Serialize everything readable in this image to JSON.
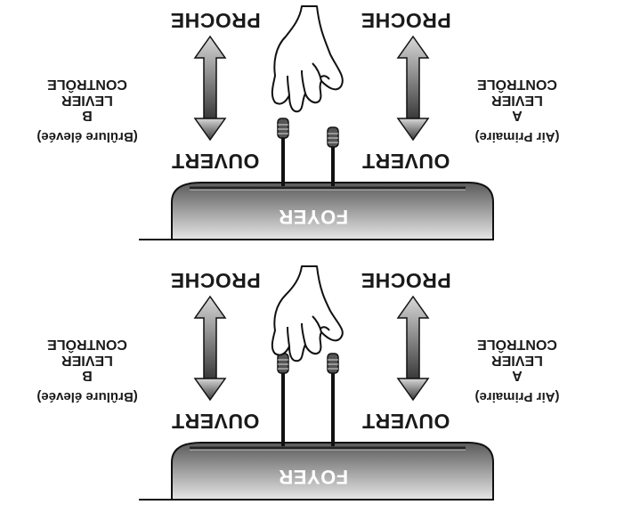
{
  "panels": [
    {
      "firebox": "FOYER",
      "open_a": "OUVERT",
      "open_b": "OUVERT",
      "close_a": "PROCHE",
      "close_b": "PROCHE",
      "lever_a": [
        "CONTRÔLE",
        "LEVIER",
        "A",
        "(Air Primaire)"
      ],
      "lever_b": [
        "CONTRÔLE",
        "LEVIER",
        "B",
        "(Brûlure élevée)"
      ]
    },
    {
      "firebox": "FOYER",
      "open_a": "OUVERT",
      "open_b": "OUVERT",
      "close_a": "PROCHE",
      "close_b": "PROCHE",
      "lever_a": [
        "CONTRÔLE",
        "LEVIER",
        "A",
        "(Air Primaire)"
      ],
      "lever_b": [
        "CONTRÔLE",
        "LEVIER",
        "B",
        "(Brûlure élevée)"
      ]
    }
  ]
}
